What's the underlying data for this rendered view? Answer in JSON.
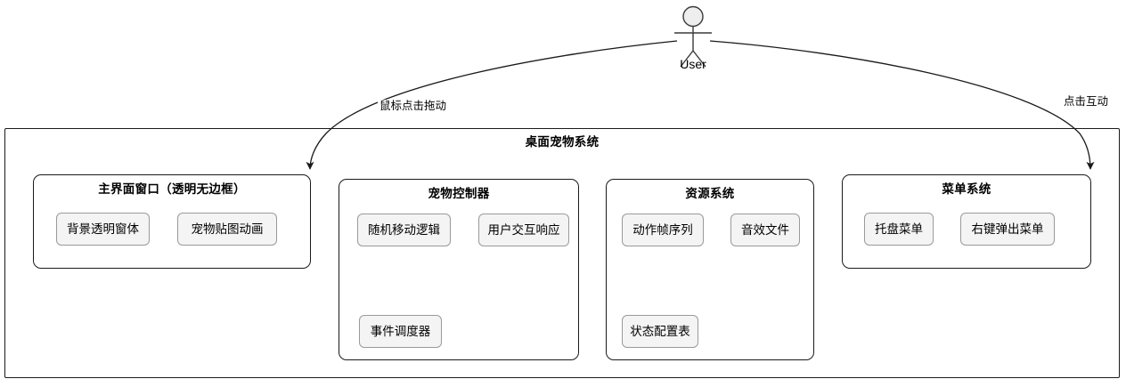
{
  "diagram": {
    "type": "system-architecture",
    "actor": {
      "name": "user-actor",
      "label": "User",
      "icon": "stick-figure-actor-icon"
    },
    "edges": [
      {
        "id": "edge-drag",
        "label": "鼠标点击拖动",
        "from": "User",
        "to": "主界面窗口（透明无边框）"
      },
      {
        "id": "edge-click",
        "label": "点击互动",
        "from": "User",
        "to": "菜单系统"
      }
    ],
    "system": {
      "title": "桌面宠物系统",
      "groups": [
        {
          "id": "main-window-group",
          "title": "主界面窗口（透明无边框）",
          "nodes": [
            {
              "id": "transparent-window-node",
              "label": "背景透明窗体"
            },
            {
              "id": "pet-sprite-animation-node",
              "label": "宠物贴图动画"
            }
          ]
        },
        {
          "id": "pet-controller-group",
          "title": "宠物控制器",
          "nodes": [
            {
              "id": "random-move-logic-node",
              "label": "随机移动逻辑"
            },
            {
              "id": "user-interaction-response-node",
              "label": "用户交互响应"
            },
            {
              "id": "event-scheduler-node",
              "label": "事件调度器"
            }
          ]
        },
        {
          "id": "resource-system-group",
          "title": "资源系统",
          "nodes": [
            {
              "id": "action-frame-sequence-node",
              "label": "动作帧序列"
            },
            {
              "id": "sound-effect-file-node",
              "label": "音效文件"
            },
            {
              "id": "state-config-table-node",
              "label": "状态配置表"
            }
          ]
        },
        {
          "id": "menu-system-group",
          "title": "菜单系统",
          "nodes": [
            {
              "id": "tray-menu-node",
              "label": "托盘菜单"
            },
            {
              "id": "context-menu-node",
              "label": "右键弹出菜单"
            }
          ]
        }
      ]
    },
    "colors": {
      "stroke": "#1a1a1a",
      "leaf_fill": "#f4f4f4",
      "leaf_stroke": "#9a9a9a",
      "actor_fill": "#eeeeee",
      "background": "#ffffff"
    }
  }
}
